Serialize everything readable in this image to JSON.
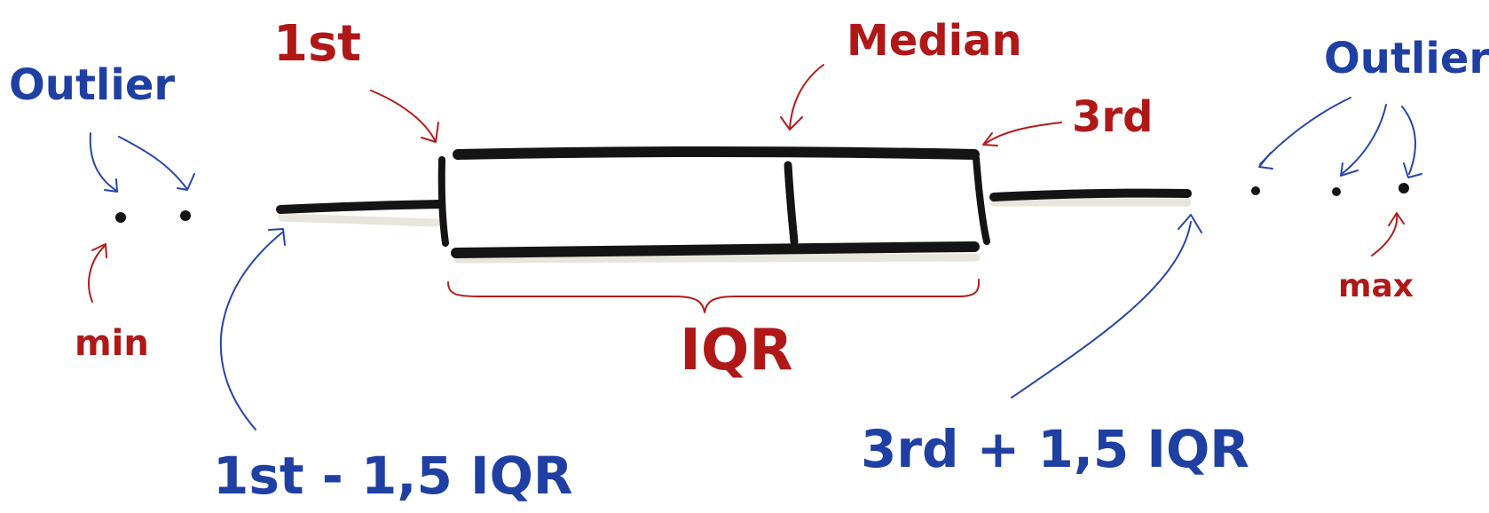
{
  "labels": {
    "outlier_left": "Outlier",
    "outlier_right": "Outlier",
    "first_quartile": "1st",
    "median": "Median",
    "third_quartile": "3rd",
    "iqr": "IQR",
    "min": "min",
    "max": "max",
    "lower_fence": "1st - 1,5 IQR",
    "upper_fence": "3rd + 1,5 IQR"
  },
  "colors": {
    "ink": "#141414",
    "annotation_blue": "#1f3fa3",
    "annotation_red": "#b01818",
    "shadow": "#e9e5dc"
  }
}
